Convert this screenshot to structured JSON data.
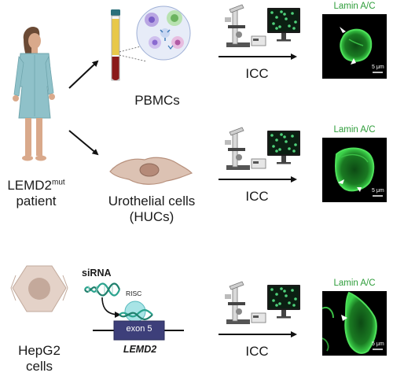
{
  "patient": {
    "line1": "LEMD2",
    "sup": "mut",
    "line2": "patient"
  },
  "pbmcs": {
    "label": "PBMCs"
  },
  "hucs": {
    "line1": "Urothelial cells",
    "line2": "(HUCs)"
  },
  "hepg2": {
    "line1": "HepG2",
    "line2": "cells"
  },
  "sirna": {
    "label": "siRNA",
    "risc": "RISC",
    "exon": "exon 5",
    "gene": "LEMD2"
  },
  "rows": [
    {
      "method": "ICC",
      "stain": "Lamin A/C",
      "scale": "5 μm"
    },
    {
      "method": "ICC",
      "stain": "Lamin A/C",
      "scale": "5 μm"
    },
    {
      "method": "ICC",
      "stain": "Lamin A/C",
      "scale": "5 μm"
    }
  ],
  "colors": {
    "stain_green": "#2e9d3a",
    "gown": "#8fc1c9",
    "blood": "#8b1a1a",
    "plasma": "#e8c84a",
    "exon_box": "#3d3f7a",
    "risc": "#7fd6da",
    "rna": "#2aa38e"
  }
}
